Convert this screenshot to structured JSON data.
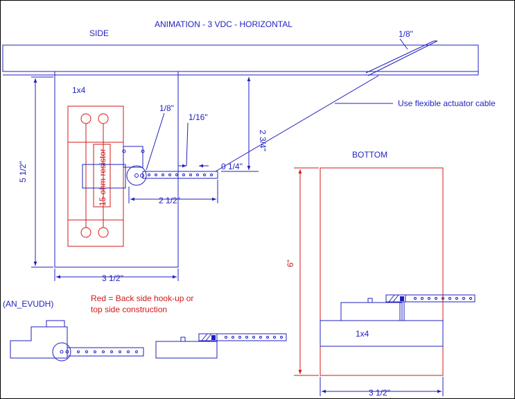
{
  "title": "ANIMATION - 3 VDC - HORIZONTAL",
  "views": {
    "side": "SIDE",
    "bottom": "BOTTOM"
  },
  "labels": {
    "board_side": "1x4",
    "board_bottom": "1x4",
    "resistor": "15 ohm resistor",
    "drawing_id": "(AN_EVUDH)",
    "actuator_note": "Use flexible actuator cable",
    "red_note_line1": "Red = Back side hook-up or",
    "red_note_line2": "top side construction"
  },
  "dimensions": {
    "cable_width": "1/8\"",
    "hole_size": "1/8\"",
    "hole_spacing": "1/16\"",
    "arm_offset": "0 1/4\"",
    "height_side": "5 1/2\"",
    "drop": "2 3/4\"",
    "arm_length": "2 1/2\"",
    "width_side": "3 1/2\"",
    "height_bottom": "6\"",
    "width_bottom": "3 1/2\""
  },
  "colors": {
    "blue": "#1f1fbf",
    "red": "#d01818",
    "black": "#000000",
    "background": "#ffffff"
  }
}
